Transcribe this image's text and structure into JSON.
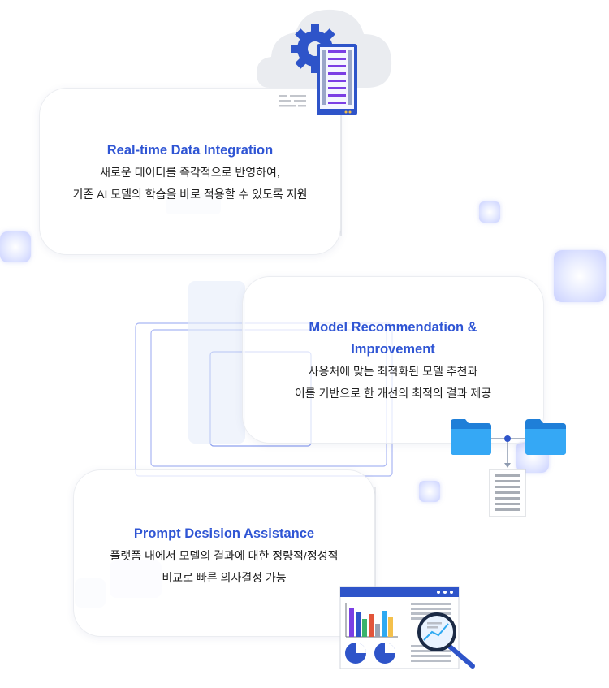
{
  "features": [
    {
      "title": "Real-time Data Integration",
      "desc1": "새로운 데이터를 즉각적으로 반영하여,",
      "desc2": "기존 AI 모델의 학습을 바로 적용할 수 있도록 지원"
    },
    {
      "title1": "Model Recommendation &",
      "title2": "Improvement",
      "desc1": "사용처에 맞는 최적화된 모델 추천과",
      "desc2": "이를 기반으로 한 개선의 최적의 결과 제공"
    },
    {
      "title": "Prompt Desision Assistance",
      "desc1": "플랫폼 내에서 모델의 결과에 대한 정량적/정성적",
      "desc2": "비교로 빠른 의사결정 가능"
    }
  ],
  "icons": [
    "cloud-server-icon",
    "folder-tree-icon",
    "analytics-report-icon"
  ],
  "colors": {
    "accent": "#2f55d4",
    "folder": "#2a9df4",
    "server": "#2e54c9",
    "glass": "#c9d0ff"
  }
}
